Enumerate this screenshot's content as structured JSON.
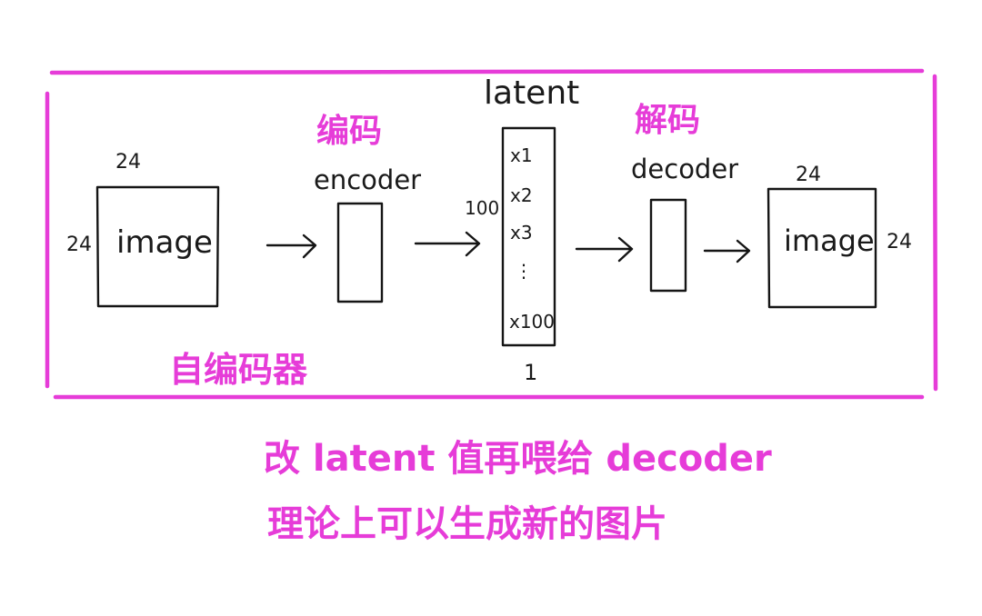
{
  "colors": {
    "ink": "#151515",
    "accent": "#e63cd8",
    "background": "#ffffff"
  },
  "input": {
    "label": "image",
    "width": "24",
    "height": "24"
  },
  "encoder": {
    "label_zh": "编码",
    "label_en": "encoder"
  },
  "latent": {
    "label": "latent",
    "size": "100",
    "width": "1",
    "entries": [
      "x1",
      "x2",
      "x3",
      "⋮",
      "x100"
    ]
  },
  "decoder": {
    "label_zh": "解码",
    "label_en": "decoder"
  },
  "output": {
    "label": "image",
    "width": "24",
    "height": "24"
  },
  "caption": "自编码器",
  "notes": [
    "改 latent 值再喂给 decoder",
    "理论上可以生成新的图片"
  ]
}
